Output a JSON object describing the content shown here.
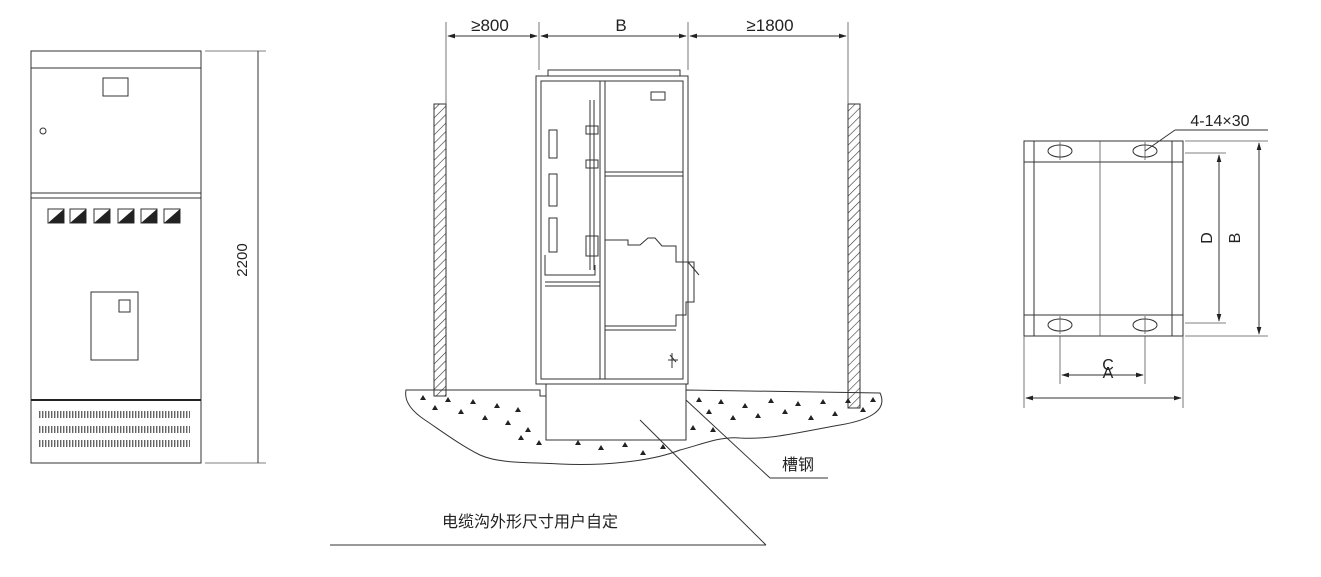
{
  "front_view": {
    "height_label": "2200"
  },
  "side_view": {
    "clearance_left_label": "≥800",
    "width_label": "B",
    "clearance_right_label": "≥1800",
    "channel_steel_label": "槽钢",
    "trench_note": "电缆沟外形尺寸用户自定"
  },
  "base_plan": {
    "bolt_label": "4-14×30",
    "dim_d_label": "D",
    "dim_b_label": "B",
    "dim_c_label": "C",
    "dim_a_label": "A"
  }
}
